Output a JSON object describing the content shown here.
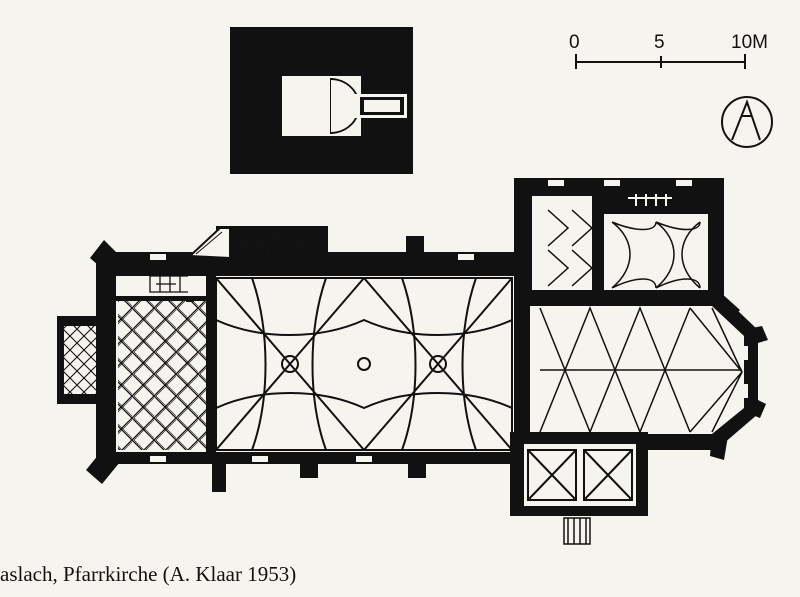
{
  "caption": "aslach, Pfarrkirche (A. Klaar 1953)",
  "scale": {
    "zero": "0",
    "mid": "5",
    "end": "10M"
  },
  "colors": {
    "ink": "#111111",
    "paper": "#f6f4ef",
    "ghost": "#c9c6bf"
  }
}
